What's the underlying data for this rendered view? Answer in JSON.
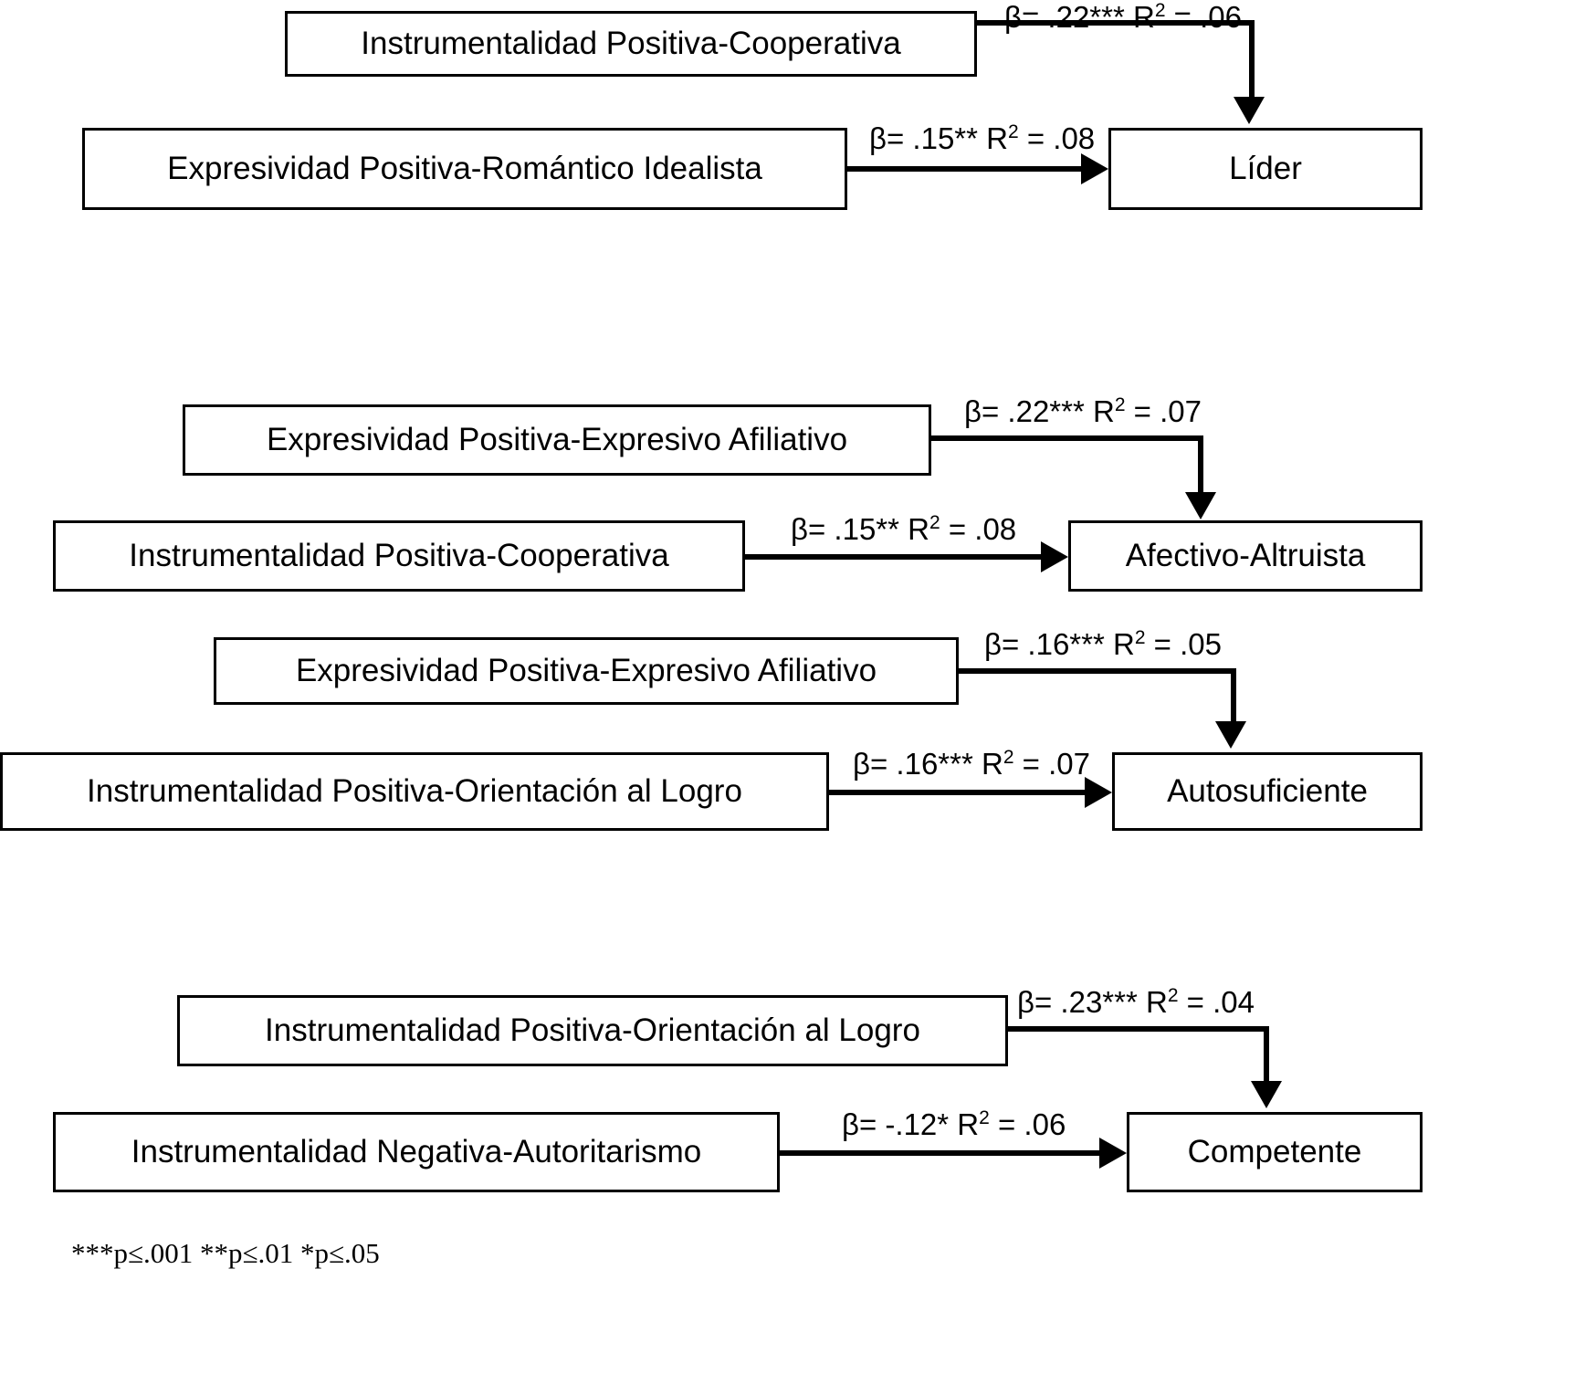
{
  "diagram": {
    "title": "",
    "type": "path-diagram",
    "groups": [
      {
        "id": "lider",
        "outcome": "Líder",
        "predictors": [
          {
            "label": "Instrumentalidad Positiva-Cooperativa",
            "beta": "β= .22*** R",
            "r2_sup": "2",
            "r2_value": " = .06",
            "path_style": "elbow"
          },
          {
            "label": "Expresividad Positiva-Romántico Idealista",
            "beta": "β= .15** R",
            "r2_sup": "2",
            "r2_value": " = .08",
            "path_style": "straight"
          }
        ]
      },
      {
        "id": "afectivo-altruista",
        "outcome": "Afectivo-Altruista",
        "predictors": [
          {
            "label": "Expresividad Positiva-Expresivo Afiliativo",
            "beta": "β= .22*** R",
            "r2_sup": "2",
            "r2_value": " = .07",
            "path_style": "elbow"
          },
          {
            "label": "Instrumentalidad Positiva-Cooperativa",
            "beta": "β= .15** R",
            "r2_sup": "2",
            "r2_value": " = .08",
            "path_style": "straight"
          }
        ]
      },
      {
        "id": "autosuficiente",
        "outcome": "Autosuficiente",
        "predictors": [
          {
            "label": "Expresividad Positiva-Expresivo Afiliativo",
            "beta": "β= .16*** R",
            "r2_sup": "2",
            "r2_value": " = .05",
            "path_style": "elbow"
          },
          {
            "label": "Instrumentalidad Positiva-Orientación al Logro",
            "beta": "β= .16*** R",
            "r2_sup": "2",
            "r2_value": " = .07",
            "path_style": "straight"
          }
        ]
      },
      {
        "id": "competente",
        "outcome": "Competente",
        "predictors": [
          {
            "label": "Instrumentalidad Positiva-Orientación al Logro",
            "beta": "β= .23*** R",
            "r2_sup": "2",
            "r2_value": " = .04",
            "path_style": "elbow"
          },
          {
            "label": "Instrumentalidad Negativa-Autoritarismo",
            "beta": "β= -.12* R",
            "r2_sup": "2",
            "r2_value": " = .06",
            "path_style": "straight"
          }
        ]
      }
    ],
    "footnote": "***p≤.001 **p≤.01 *p≤.05"
  }
}
